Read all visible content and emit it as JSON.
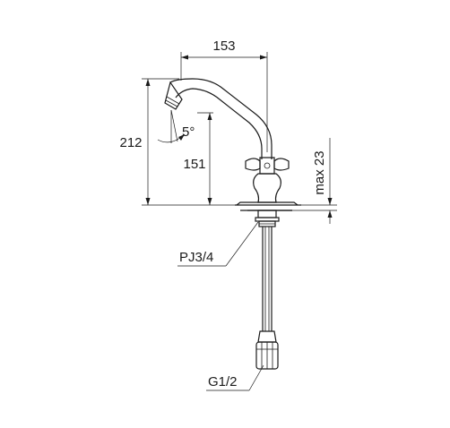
{
  "drawing": {
    "dimensions": {
      "spout_reach": "153",
      "overall_height": "212",
      "outlet_height": "151",
      "deck_thickness": "max 23",
      "spout_angle": "5°"
    },
    "connections": {
      "deck_thread": "PJ3/4",
      "supply_thread": "G1/2"
    }
  }
}
